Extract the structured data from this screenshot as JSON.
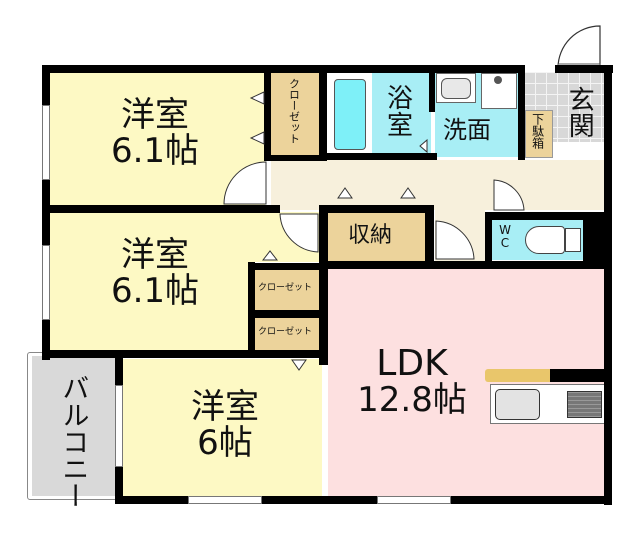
{
  "floorplan": {
    "rooms": {
      "bedroom1": {
        "name": "洋室",
        "size": "6.1帖"
      },
      "bedroom2": {
        "name": "洋室",
        "size": "6.1帖"
      },
      "bedroom3": {
        "name": "洋室",
        "size": "6帖"
      },
      "ldk": {
        "name": "LDK",
        "size": "12.8帖"
      },
      "bath": {
        "name": "浴室"
      },
      "washroom": {
        "name": "洗面"
      },
      "entrance": {
        "name": "玄関"
      },
      "shoe_box": {
        "name": "下駄箱"
      },
      "wc": {
        "name": "WC"
      },
      "storage": {
        "name": "収納"
      },
      "balcony": {
        "name": "バルコニー"
      },
      "closet1": {
        "name": "クローゼット"
      },
      "closet2": {
        "name": "クローゼット"
      },
      "closet3": {
        "name": "クローゼット"
      }
    },
    "colors": {
      "bedroom": "#fdf9c4",
      "ldk": "#fde0e0",
      "wet": "#a8eef5",
      "closet": "#ecd39b",
      "hall": "#f7f0dc",
      "entrance": "#d8d8d8",
      "balcony": "#d9d9d9",
      "wall": "#000000"
    }
  }
}
